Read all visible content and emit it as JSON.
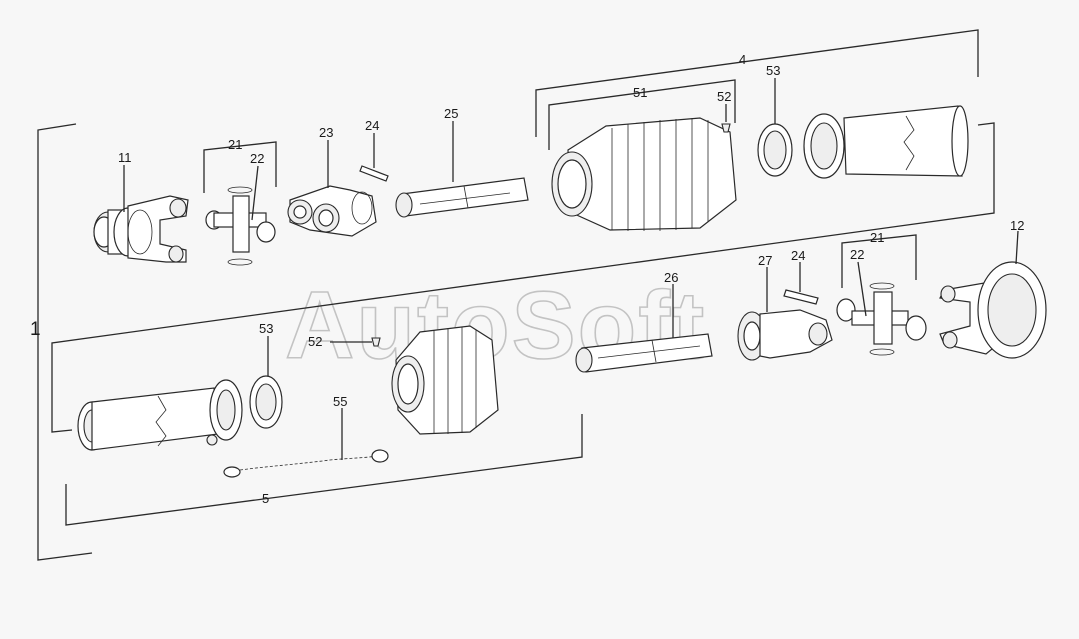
{
  "watermark": "AutoSoft",
  "callouts": {
    "c1": "1",
    "c4": "4",
    "c5": "5",
    "c11": "11",
    "c12": "12",
    "c21a": "21",
    "c22a": "22",
    "c23": "23",
    "c24a": "24",
    "c25": "25",
    "c51": "51",
    "c52a": "52",
    "c53a": "53",
    "c26": "26",
    "c27": "27",
    "c24b": "24",
    "c21b": "21",
    "c22b": "22",
    "c53b": "53",
    "c52b": "52",
    "c55": "55"
  }
}
